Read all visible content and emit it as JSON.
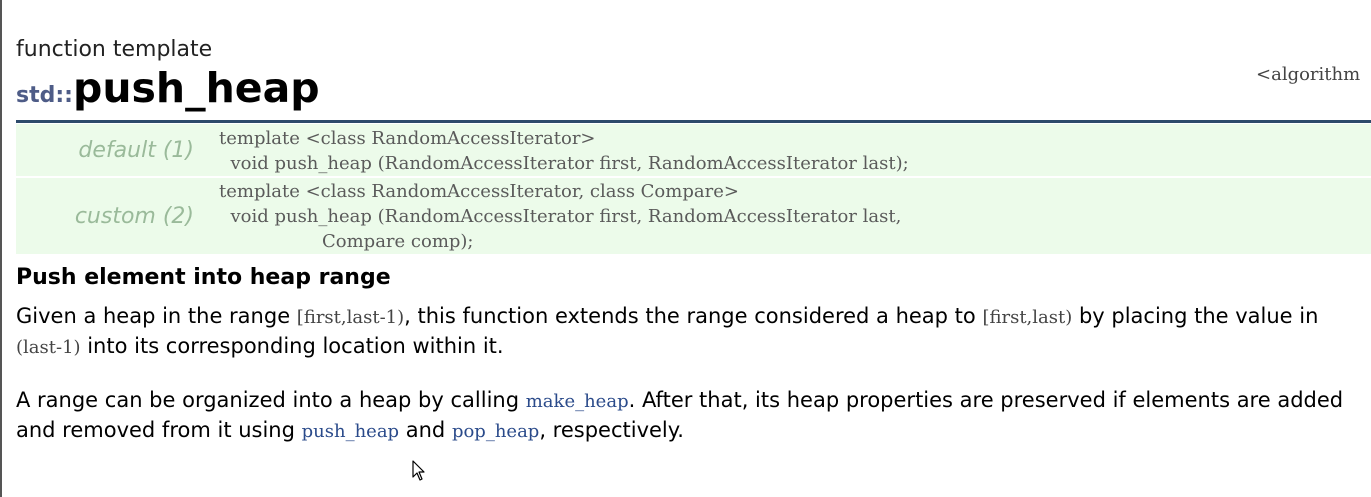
{
  "doc": {
    "kind": "function template",
    "namespace": "std::",
    "name": "push_heap",
    "header": "<algorithm"
  },
  "prototypes": [
    {
      "label": "default (1)",
      "line1": "template <class RandomAccessIterator>",
      "line2": "  void push_heap (RandomAccessIterator first, RandomAccessIterator last);"
    },
    {
      "label": "custom (2)",
      "line1": "template <class RandomAccessIterator, class Compare>",
      "line2": "  void push_heap (RandomAccessIterator first, RandomAccessIterator last,",
      "line3": "                  Compare comp);"
    }
  ],
  "description": {
    "title": "Push element into heap range",
    "p1": {
      "t1": "Given a heap in the range ",
      "c1": "[first,last-1)",
      "t2": ", this function extends the range considered a heap to ",
      "c2": "[first,last)",
      "t3": " by placing the value in ",
      "c3": "(last-1)",
      "t4": " into its corresponding location within it."
    },
    "p2": {
      "t1": "A range can be organized into a heap by calling ",
      "l1": "make_heap",
      "t2": ". After that, its heap properties are preserved if elements are added and removed from it using ",
      "l2": "push_heap",
      "t3": " and ",
      "l3": "pop_heap",
      "t4": ", respectively."
    }
  },
  "icons": {
    "cursor": "mouse-pointer-icon"
  }
}
